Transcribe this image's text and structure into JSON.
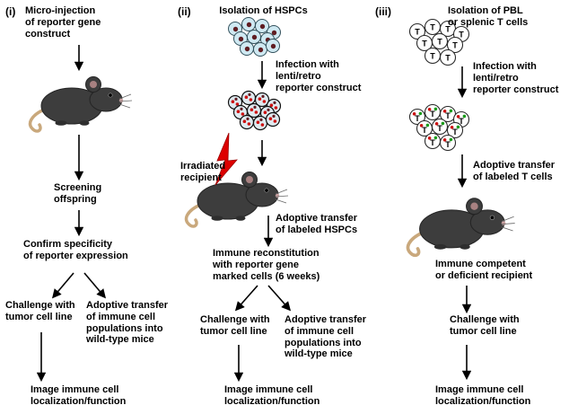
{
  "panels": {
    "i": {
      "label": "(i)",
      "microinjection": "Micro-injection\nof reporter gene\nconstruct",
      "screening": "Screening\noffspring",
      "confirm": "Confirm specificity\nof reporter expression",
      "challenge": "Challenge with\ntumor cell line",
      "adoptive_transfer_wt": "Adoptive transfer\nof immune cell\npopulations into\nwild-type mice",
      "image": "Image immune cell\nlocalization/function"
    },
    "ii": {
      "label": "(ii)",
      "isolation": "Isolation of HSPCs",
      "infection": "Infection with\nlenti/retro\nreporter construct",
      "irradiated": "Irradiated\nrecipient",
      "adoptive_transfer_hspc": "Adoptive transfer\nof labeled HSPCs",
      "reconstitution": "Immune reconstitution\nwith reporter gene\nmarked cells (6 weeks)",
      "challenge": "Challenge with\ntumor cell line",
      "adoptive_transfer_wt": "Adoptive transfer\nof immune cell\npopulations into\nwild-type mice",
      "image": "Image immune cell\nlocalization/function"
    },
    "iii": {
      "label": "(iii)",
      "isolation": "Isolation of PBL\nor splenic T cells",
      "infection": "Infection with\nlenti/retro\nreporter construct",
      "adoptive_transfer_t": "Adoptive transfer\nof labeled T cells",
      "recipient": "Immune competent\nor deficient recipient",
      "challenge": "Challenge with\ntumor cell line",
      "image": "Image immune cell\nlocalization/function"
    }
  },
  "cells": {
    "t_label": "T"
  },
  "colors": {
    "background": "#ffffff",
    "text": "#000000",
    "mouse_body": "#3d3d3d",
    "mouse_tail": "#c9a87c",
    "hspc_fill": "#cfe9f2",
    "bolt_red": "#dd0000",
    "reporter_red": "#cc1111",
    "reporter_green": "#1a9c1a"
  }
}
